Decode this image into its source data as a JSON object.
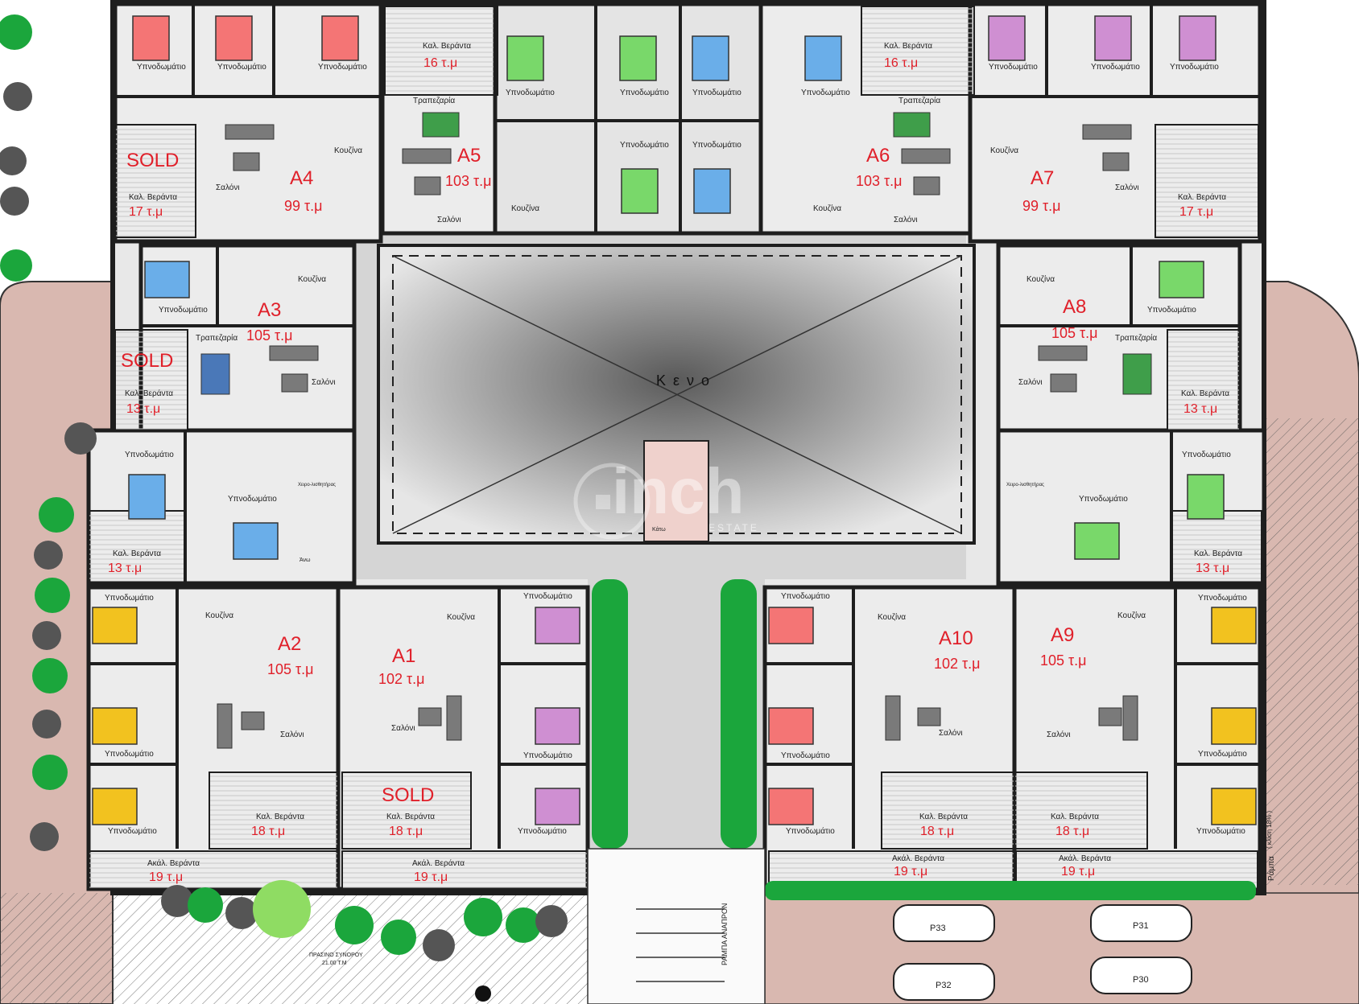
{
  "apartments": [
    {
      "id": "A1",
      "area": "102 τ.μ"
    },
    {
      "id": "A2",
      "area": "105 τ.μ"
    },
    {
      "id": "A3",
      "area": "105 τ.μ"
    },
    {
      "id": "A4",
      "area": "99 τ.μ"
    },
    {
      "id": "A5",
      "area": "103 τ.μ"
    },
    {
      "id": "A6",
      "area": "103 τ.μ"
    },
    {
      "id": "A7",
      "area": "99 τ.μ"
    },
    {
      "id": "A8",
      "area": "105 τ.μ"
    },
    {
      "id": "A9",
      "area": "105 τ.μ"
    },
    {
      "id": "A10",
      "area": "102 τ.μ"
    }
  ],
  "sold_label": "SOLD",
  "room_labels": {
    "bedroom": "Υπνοδωμάτιο",
    "kitchen": "Κουζίνα",
    "living": "Σαλόνι",
    "dining": "Τραπεζαρία",
    "covered_veranda": "Καλ. Βεράντα",
    "open_veranda": "Ακάλ. Βεράντα",
    "stairs": "Χειρο-λισθητήρας",
    "up": "Άνω",
    "down": "Κάτω"
  },
  "verandas": {
    "v16": "16 τ.μ",
    "v17": "17 τ.μ",
    "v13": "13 τ.μ",
    "v18": "18 τ.μ",
    "v19": "19 τ.μ"
  },
  "void_label": "Κ ε ν ο",
  "watermark": {
    "brand": "inch",
    "sub": "ESTATE"
  },
  "site": {
    "ramp_label": "ΡΑΜΠΑ ΑΝΑΠΡΟΝ",
    "green_boundary": "ΠΡΑΣΙΝΟ ΣΥΝΟΡΟΥ",
    "green_area": "21.00 Τ.Μ",
    "slope_label": "Ράμπα",
    "slope_note": "( κλίση 18% )",
    "parking": [
      "P33",
      "P31",
      "P32",
      "P30"
    ]
  },
  "colors": {
    "wall": "#1e1e1e",
    "floor": "#e8e8e8",
    "veranda": "#f4f4f4",
    "paving": "#d9b8b0",
    "red_accent": "#e0202a",
    "bed_red": "#f47575",
    "bed_green": "#79d86a",
    "bed_blue": "#6aaee9",
    "bed_purple": "#cf8fd2",
    "bed_yellow": "#f2c21f",
    "tree": "#1ba63c"
  }
}
